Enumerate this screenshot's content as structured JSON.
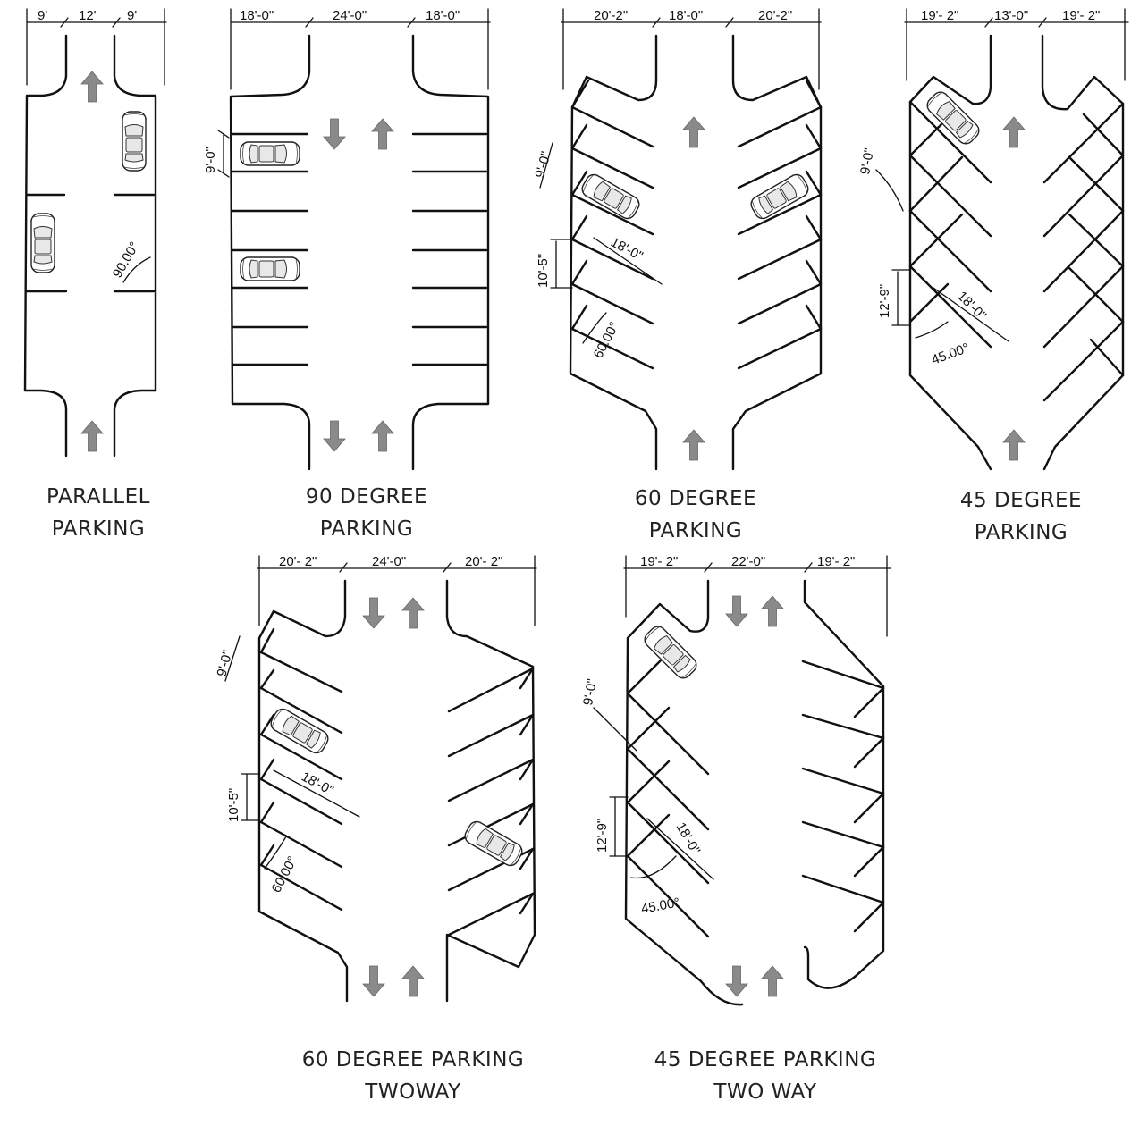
{
  "layouts": [
    {
      "id": "parallel",
      "title_line1": "PARALLEL",
      "title_line2": "PARKING",
      "dims": [
        "9'",
        "12'",
        "9'"
      ],
      "stall_width": "",
      "stall_depth": "",
      "stall_length": "",
      "angle": "90.00°"
    },
    {
      "id": "deg90",
      "title_line1": "90 DEGREE",
      "title_line2": "PARKING",
      "dims": [
        "18'-0\"",
        "24'-0\"",
        "18'-0\""
      ],
      "stall_width": "9'-0\"",
      "angle": ""
    },
    {
      "id": "deg60",
      "title_line1": "60 DEGREE",
      "title_line2": "PARKING",
      "dims": [
        "20'-2\"",
        "18'-0\"",
        "20'-2\""
      ],
      "stall_width": "9'-0\"",
      "stall_depth": "10'-5\"",
      "stall_length": "18'-0\"",
      "angle": "60.00°"
    },
    {
      "id": "deg45",
      "title_line1": "45 DEGREE",
      "title_line2": "PARKING",
      "dims": [
        "19'- 2\"",
        "13'-0\"",
        "19'- 2\""
      ],
      "stall_width": "9'-0\"",
      "stall_depth": "12'-9\"",
      "stall_length": "18'-0\"",
      "angle": "45.00°"
    },
    {
      "id": "deg60tw",
      "title_line1": "60 DEGREE PARKING",
      "title_line2": "TWOWAY",
      "dims": [
        "20'- 2\"",
        "24'-0\"",
        "20'- 2\""
      ],
      "stall_width": "9'-0\"",
      "stall_depth": "10'-5\"",
      "stall_length": "18'-0\"",
      "angle": "60.00°"
    },
    {
      "id": "deg45tw",
      "title_line1": "45 DEGREE PARKING",
      "title_line2": "TWO WAY",
      "dims": [
        "19'- 2\"",
        "22'-0\"",
        "19'- 2\""
      ],
      "stall_width": "9'-0\"",
      "stall_depth": "12'-9\"",
      "stall_length": "18'-0\"",
      "angle": "45.00°"
    }
  ],
  "icons": {
    "flow_arrow": "traffic-direction-arrow-icon",
    "car": "car-top-view-icon"
  },
  "colors": {
    "line": "#111111",
    "arrow_fill": "#8a8a8a",
    "background": "#ffffff"
  }
}
